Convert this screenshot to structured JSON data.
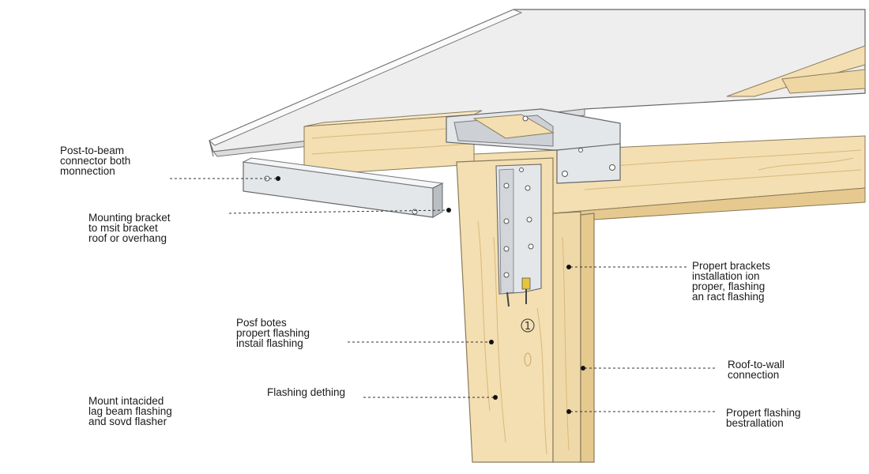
{
  "labels": {
    "post_to_beam": [
      "Post-to-beam",
      "connector both",
      "monnection"
    ],
    "mounting_bracket": [
      "Mounting bracket",
      "to msit bracket",
      "roof or overhang"
    ],
    "posf_botes": [
      "Posf botes",
      "propert flashing",
      "instail flashing"
    ],
    "flashing_dething": [
      "Flashing dething"
    ],
    "mount_intacided": [
      "Mount intacided",
      "lag beam flashing",
      "and sovd flasher"
    ],
    "propert_brackets": [
      "Propert brackets",
      "installation ion",
      "proper, flashing",
      "an ract flashing"
    ],
    "roof_to_wall": [
      "Roof-to-wall",
      "connection"
    ],
    "propert_flashing": [
      "Propert flashing",
      "bestrallation"
    ]
  },
  "markers": {
    "post_number": "1"
  },
  "colors": {
    "wood": "#f3dfb2",
    "wood_dark": "#e6c98e",
    "wood_grain": "#d9b878",
    "metal": "#e4e7ea",
    "metal_dark": "#b9bec4",
    "roof": "#eeeeef",
    "outline": "#555555",
    "leader": "#333333"
  }
}
